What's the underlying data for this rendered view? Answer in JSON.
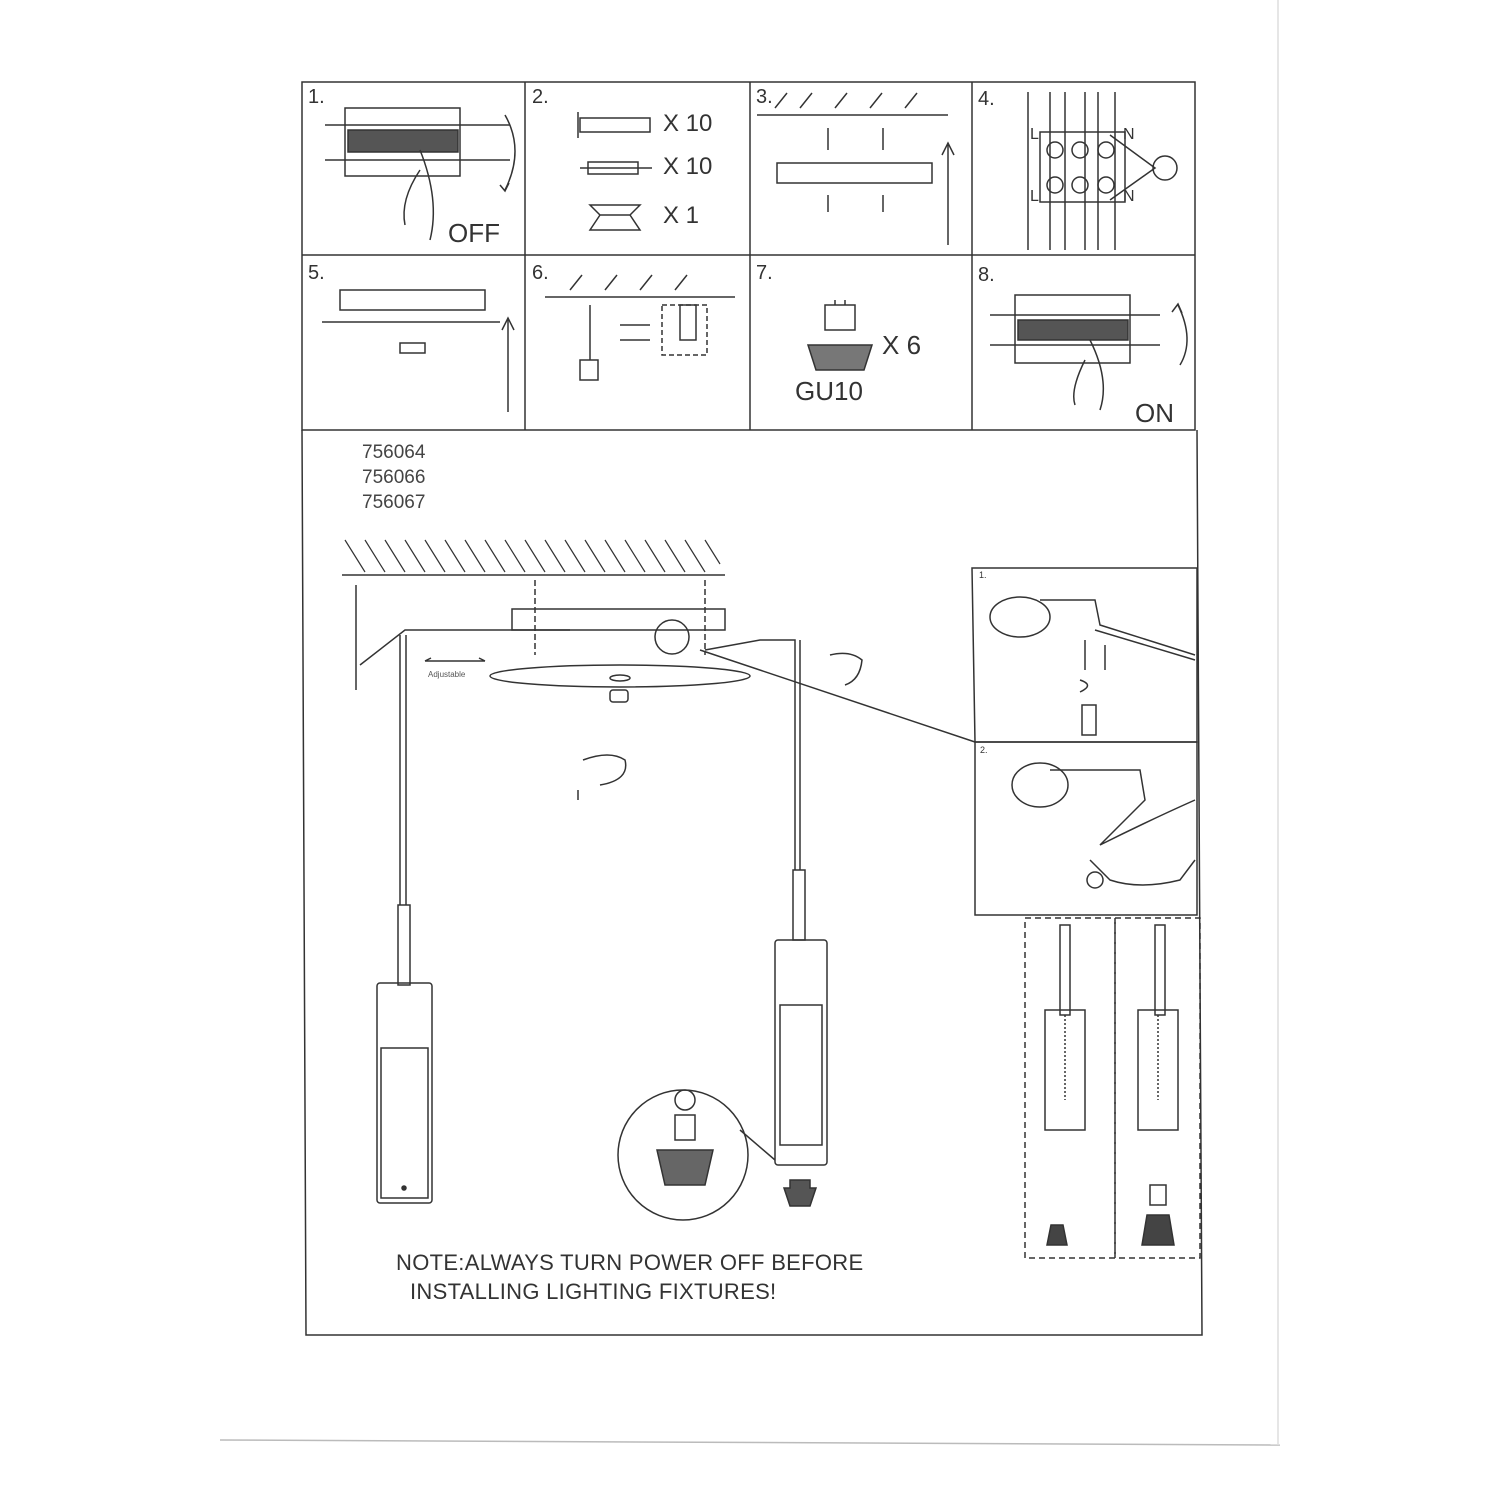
{
  "steps": [
    {
      "number": "1.",
      "label": "OFF"
    },
    {
      "number": "2.",
      "items": [
        "X 10",
        "X 10",
        "X 1"
      ]
    },
    {
      "number": "3."
    },
    {
      "number": "4.",
      "terminals": [
        "L",
        "N",
        "L",
        "N"
      ]
    },
    {
      "number": "5."
    },
    {
      "number": "6."
    },
    {
      "number": "7.",
      "bulb_type": "GU10",
      "quantity": "X 6"
    },
    {
      "number": "8.",
      "label": "ON"
    }
  ],
  "models": [
    "756064",
    "756066",
    "756067"
  ],
  "adjustable_label": "Adjustable",
  "inset_steps": [
    "1.",
    "2."
  ],
  "note": {
    "line1": "NOTE:ALWAYS TURN POWER OFF BEFORE",
    "line2": "INSTALLING LIGHTING FIXTURES!"
  }
}
